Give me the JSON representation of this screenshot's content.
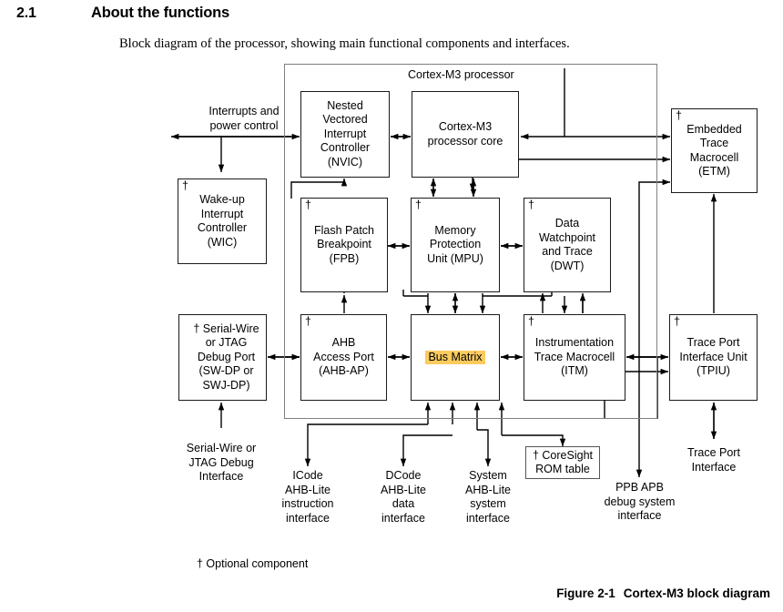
{
  "section": {
    "number": "2.1",
    "title": "About the functions",
    "intro": "Block diagram of the processor, showing main functional components and interfaces."
  },
  "diagram": {
    "container_title": "Cortex-M3 processor",
    "dagger_symbol": "†",
    "highlight_color": "#fbcb5e",
    "blocks": [
      {
        "id": "wic",
        "label": "Wake-up\nInterrupt\nController\n(WIC)",
        "optional": true
      },
      {
        "id": "nvic",
        "label": "Nested\nVectored\nInterrupt\nController\n(NVIC)",
        "optional": false
      },
      {
        "id": "core",
        "label": "Cortex-M3\nprocessor core",
        "optional": false
      },
      {
        "id": "etm",
        "label": "Embedded\nTrace\nMacrocell\n(ETM)",
        "optional": true
      },
      {
        "id": "fpb",
        "label": "Flash Patch\nBreakpoint\n(FPB)",
        "optional": true
      },
      {
        "id": "mpu",
        "label": "Memory\nProtection\nUnit (MPU)",
        "optional": true
      },
      {
        "id": "dwt",
        "label": "Data\nWatchpoint\nand Trace\n(DWT)",
        "optional": true
      },
      {
        "id": "swdp",
        "label": "Serial-Wire\nor JTAG\nDebug Port\n(SW-DP or\nSWJ-DP)",
        "optional": true,
        "dagger_inline": true
      },
      {
        "id": "ahbap",
        "label": "AHB\nAccess Port\n(AHB-AP)",
        "optional": true
      },
      {
        "id": "busmatrix",
        "label": "Bus Matrix",
        "optional": false,
        "highlighted": true
      },
      {
        "id": "itm",
        "label": "Instrumentation\nTrace Macrocell\n(ITM)",
        "optional": true
      },
      {
        "id": "tpiu",
        "label": "Trace Port\nInterface Unit\n(TPIU)",
        "optional": true
      },
      {
        "id": "romtable",
        "label": "CoreSight\nROM table",
        "optional": true,
        "dagger_inline": true
      }
    ],
    "labels": [
      {
        "id": "interrupts",
        "text": "Interrupts and\npower control"
      },
      {
        "id": "swjtag-iface",
        "text": "Serial-Wire or\nJTAG Debug\nInterface"
      },
      {
        "id": "icode",
        "text": "ICode\nAHB-Lite\ninstruction\ninterface"
      },
      {
        "id": "dcode",
        "text": "DCode\nAHB-Lite\ndata\ninterface"
      },
      {
        "id": "system",
        "text": "System\nAHB-Lite\nsystem\ninterface"
      },
      {
        "id": "ppbapb",
        "text": "PPB APB\ndebug system\ninterface"
      },
      {
        "id": "traceport",
        "text": "Trace Port\nInterface"
      }
    ]
  },
  "footnote": "† Optional component",
  "figure": {
    "number": "Figure 2-1",
    "title": "Cortex-M3 block diagram"
  }
}
